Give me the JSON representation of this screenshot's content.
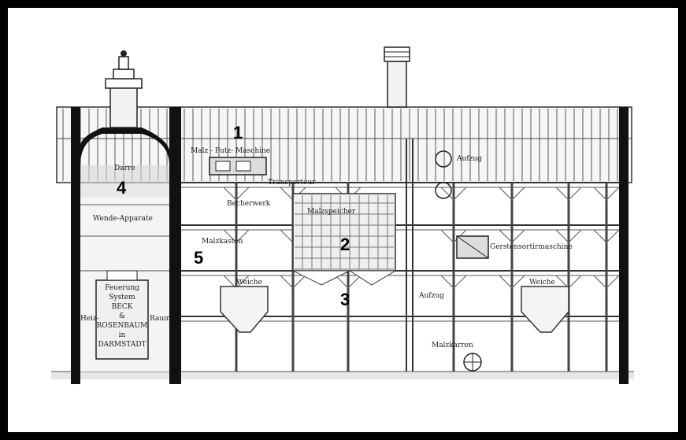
{
  "numbers": {
    "n1": "1",
    "n2": "2",
    "n3": "3",
    "n4": "4",
    "n5": "5"
  },
  "labels": {
    "darre": "Darre",
    "mehl_malz": "Malz - Putz- Maschine",
    "transporteur": "Transporteur",
    "aufzug_top": "Aufzug",
    "becherwerk": "Becherwerk",
    "malzspeicher": "Malzspeicher",
    "wende_apparate": "Wende-Apparate",
    "malzkasten": "Malzkasten",
    "gerstensortirmaschine": "Gerstensortirmaschine",
    "weiche_left": "Weiche",
    "aufzug_mid": "Aufzug",
    "weiche_right": "Weiche",
    "feuerung_1": "Feuerung",
    "feuerung_2": "System",
    "feuerung_3": "BECK",
    "feuerung_4": "&",
    "feuerung_5": "ROSENBAUM",
    "feuerung_6": "in",
    "feuerung_7": "DARMSTADT",
    "heiz": "Heiz-",
    "raum": "Raum",
    "malzkarren": "Malzkarren"
  }
}
